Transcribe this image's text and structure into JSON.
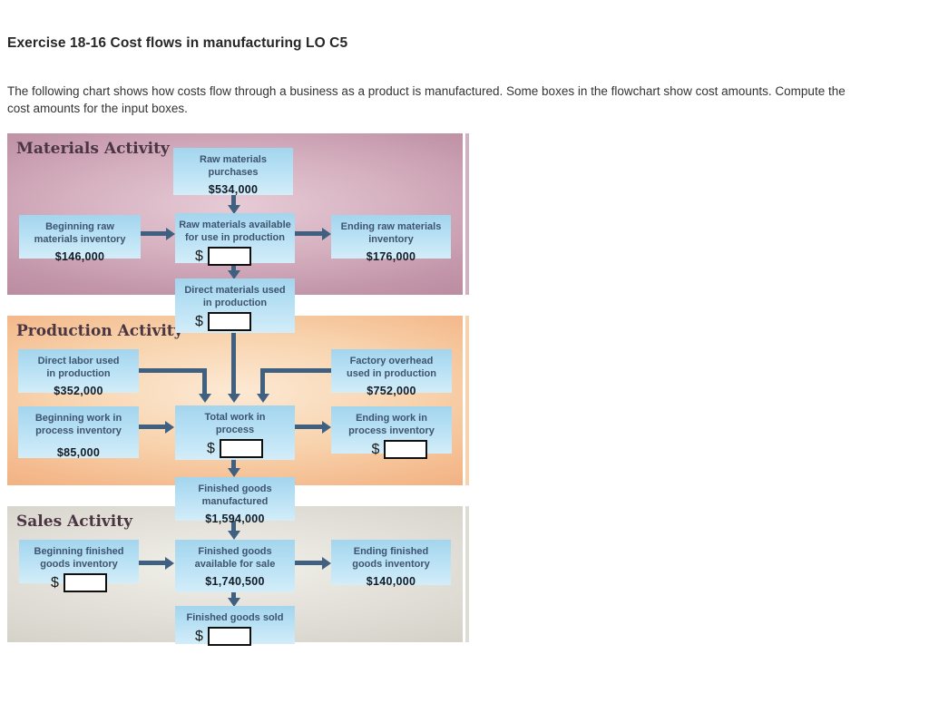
{
  "page": {
    "title": "Exercise 18-16 Cost flows in manufacturing LO C5",
    "instructions": "The following chart shows how costs flow through a business as a product is manufactured. Some boxes in the flowchart show cost amounts. Compute the cost amounts for the input boxes."
  },
  "flowchart": {
    "currency_symbol": "$",
    "sections": {
      "materials": {
        "title": "Materials Activity"
      },
      "production": {
        "title": "Production Activity"
      },
      "sales": {
        "title": "Sales Activity"
      }
    },
    "nodes": {
      "raw_materials_purchases": {
        "line1": "Raw materials",
        "line2": "purchases",
        "value": "$534,000"
      },
      "beginning_raw_materials_inventory": {
        "line1": "Beginning raw",
        "line2": "materials inventory",
        "value": "$146,000"
      },
      "raw_materials_available": {
        "line1": "Raw materials available",
        "line2": "for use in production",
        "input_value": ""
      },
      "ending_raw_materials_inventory": {
        "line1": "Ending raw materials",
        "line2": "inventory",
        "value": "$176,000"
      },
      "direct_materials_used": {
        "line1": "Direct materials used",
        "line2": "in production",
        "input_value": ""
      },
      "direct_labor_used": {
        "line1": "Direct labor used",
        "line2": "in production",
        "value": "$352,000"
      },
      "factory_overhead_used": {
        "line1": "Factory overhead",
        "line2": "used in production",
        "value": "$752,000"
      },
      "beginning_work_in_process_inventory": {
        "line1": "Beginning work in",
        "line2": "process inventory",
        "value": "$85,000"
      },
      "total_work_in_process": {
        "line1": "Total work in",
        "line2": "process",
        "input_value": ""
      },
      "ending_work_in_process_inventory": {
        "line1": "Ending work in",
        "line2": "process inventory",
        "input_value": ""
      },
      "finished_goods_manufactured": {
        "line1": "Finished goods",
        "line2": "manufactured",
        "value": "$1,594,000"
      },
      "beginning_finished_goods_inventory": {
        "line1": "Beginning finished",
        "line2": "goods inventory",
        "input_value": ""
      },
      "finished_goods_available_for_sale": {
        "line1": "Finished goods",
        "line2": "available for sale",
        "value": "$1,740,500"
      },
      "ending_finished_goods_inventory": {
        "line1": "Ending finished",
        "line2": "goods inventory",
        "value": "$140,000"
      },
      "finished_goods_sold": {
        "line1": "Finished goods sold",
        "input_value": ""
      }
    },
    "colors": {
      "box_fill": "#aedcf2",
      "arrow": "#3f6080",
      "materials_bg": "#c795aa",
      "production_bg": "#f5bc90",
      "sales_bg": "#d9d7cf",
      "label_text": "#3e546e",
      "section_title_text": "#4a3543"
    }
  }
}
